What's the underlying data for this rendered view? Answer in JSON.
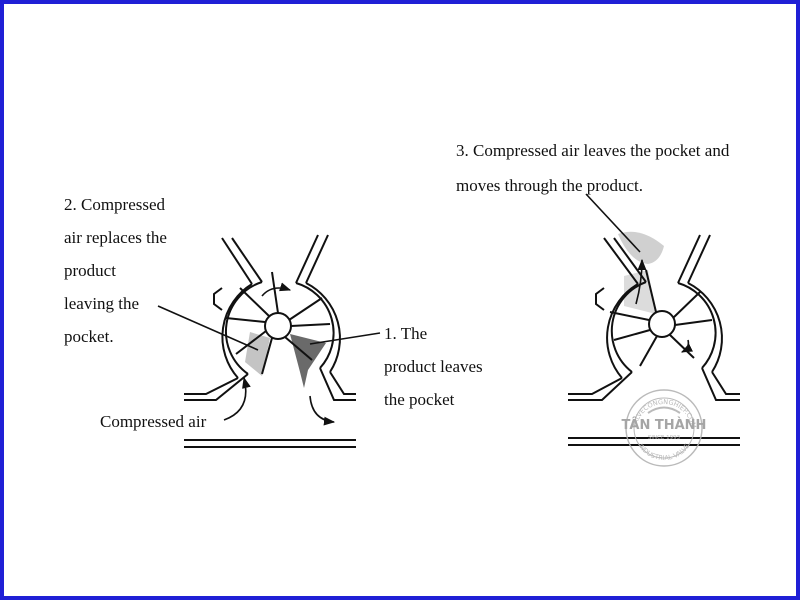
{
  "colors": {
    "frame_border": "#1f1fd6",
    "line": "#111111",
    "product_dark": "#6a6a6a",
    "air_light": "#c4c4c4",
    "watermark": "#b3b3b3"
  },
  "labels": {
    "step2": [
      "2. Compressed",
      "air replaces the",
      "product",
      "leaving the",
      "pocket."
    ],
    "step1": [
      "1. The",
      "product leaves",
      "the pocket"
    ],
    "step3": [
      "3. Compressed air leaves the pocket and",
      "moves through the product."
    ],
    "compressed_air": "Compressed air"
  },
  "watermark": {
    "brand": "TÂN THÀNH",
    "top_arc": "VALVECONGNGHIEP.COM",
    "middle": "SINCE 1993",
    "bottom_arc": "INDUSTRIAL VALVE"
  },
  "icons": [
    "rotary-valve-icon",
    "arrow-icon",
    "watermark-logo-icon"
  ]
}
